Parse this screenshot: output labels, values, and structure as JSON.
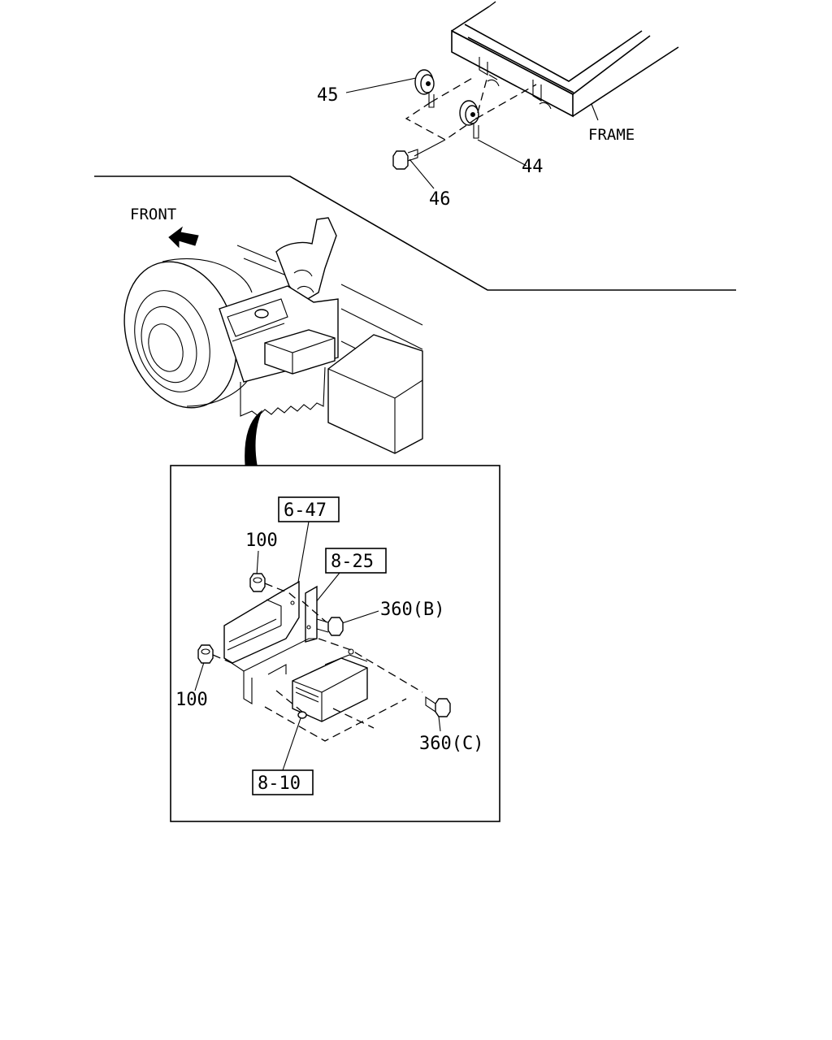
{
  "labels": {
    "part_45": "45",
    "part_44": "44",
    "part_46": "46",
    "frame": "FRAME",
    "front": "FRONT",
    "ref_6_47": "6-47",
    "ref_8_25": "8-25",
    "ref_8_10": "8-10",
    "part_100_upper": "100",
    "part_100_lower": "100",
    "part_360b": "360(B)",
    "part_360c": "360(C)"
  },
  "colors": {
    "line": "#000000",
    "background": "#ffffff"
  }
}
